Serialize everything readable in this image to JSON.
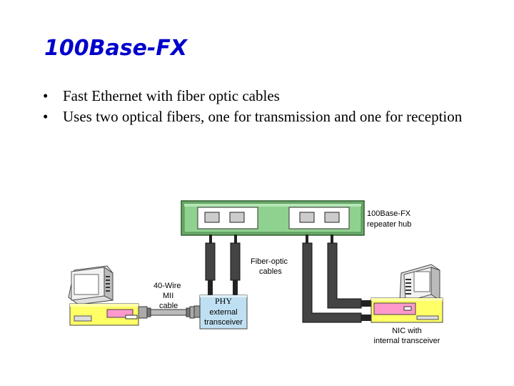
{
  "slide": {
    "title": "100Base-FX",
    "bullets": [
      "Fast Ethernet with fiber optic cables",
      "Uses two optical fibers, one for transmission and one for reception"
    ]
  },
  "diagram": {
    "hub_label_line1": "100Base-FX",
    "hub_label_line2": "repeater hub",
    "fiber_label_line1": "Fiber-optic",
    "fiber_label_line2": "cables",
    "mii_label_line1": "40-Wire",
    "mii_label_line2": "MII",
    "mii_label_line3": "cable",
    "phy_label_line1": "PHY",
    "phy_label_line2": "external",
    "phy_label_line3": "transceiver",
    "nic_label_line1": "NIC with",
    "nic_label_line2": "internal transceiver",
    "colors": {
      "title": "#0000cc",
      "hub_green": "#8fd18f",
      "phy_blue": "#bfe0f2",
      "computer_yellow": "#ffff66",
      "computer_pink": "#ff99cc",
      "cable_dark": "#333333"
    }
  }
}
